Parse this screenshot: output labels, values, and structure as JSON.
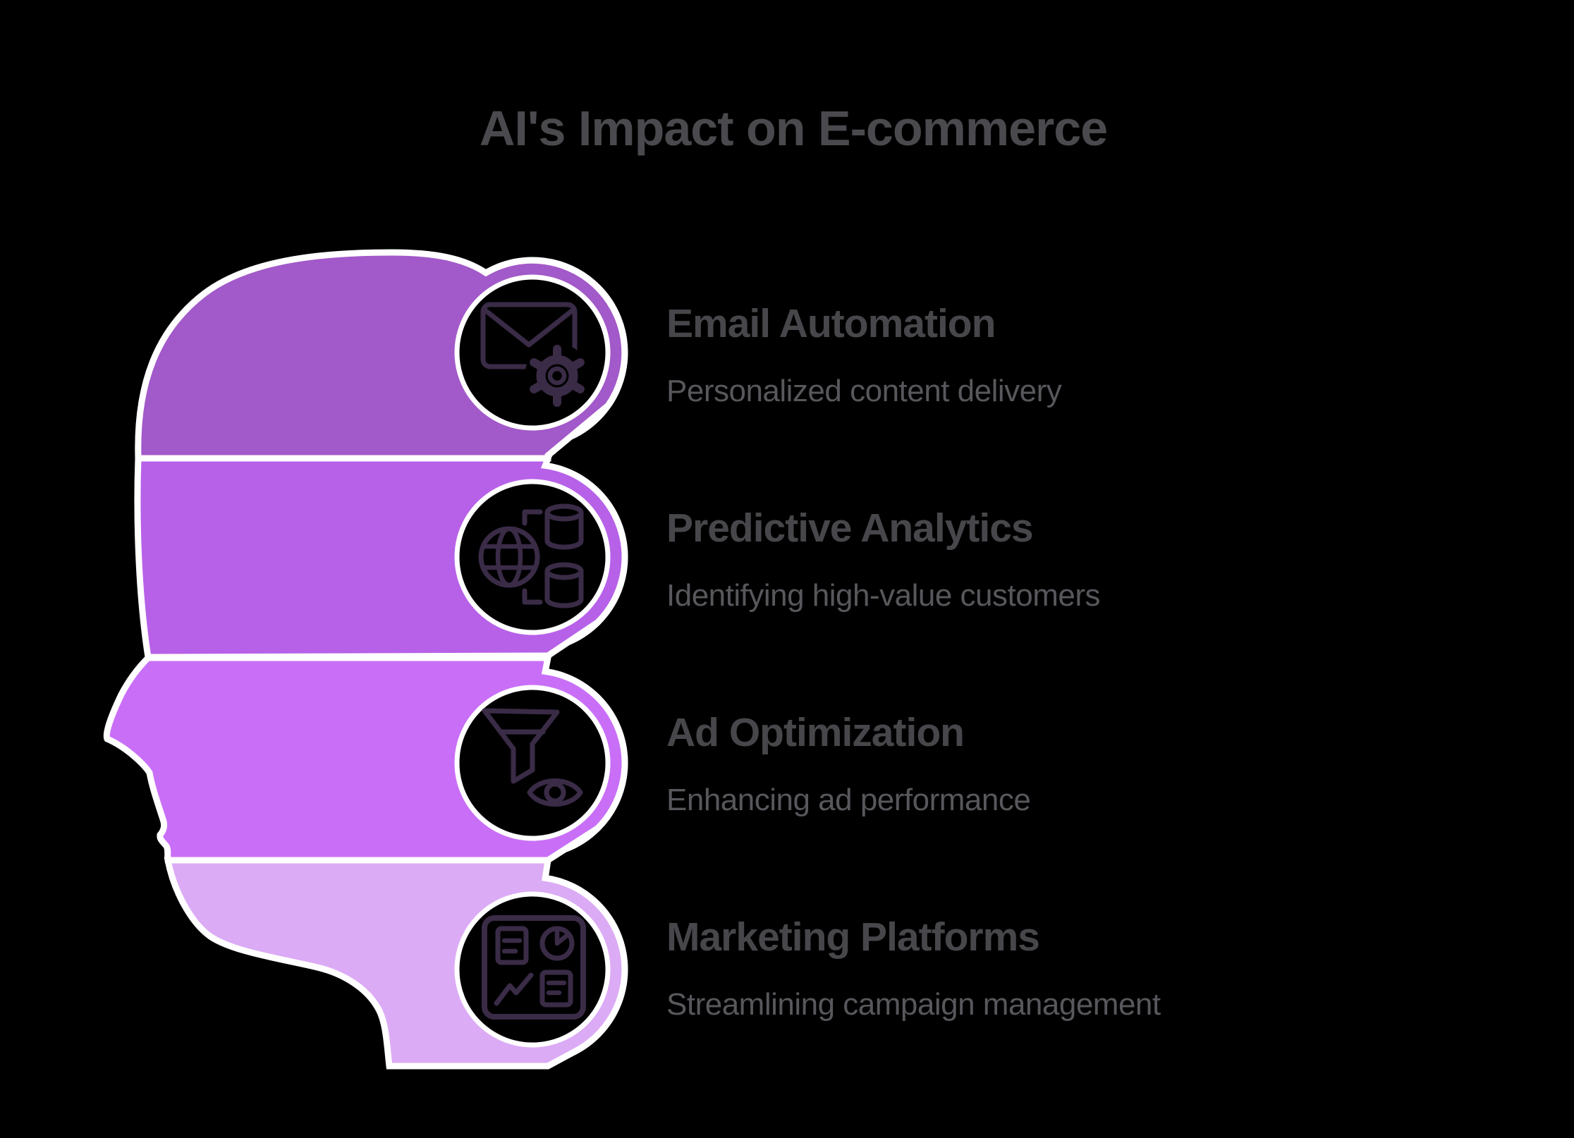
{
  "title": "AI's Impact on E-commerce",
  "colors": {
    "background": "#000000",
    "outline": "#ffffff",
    "icon_circle_fill": "#000000",
    "icon_stroke": "#3a2b47",
    "title_text": "#4a4a4e",
    "heading_text": "#47474b",
    "description_text": "#57575c"
  },
  "sections": [
    {
      "heading": "Email Automation",
      "description": "Personalized content delivery",
      "band_color": "#a259c9",
      "icon": "envelope-gear-icon"
    },
    {
      "heading": "Predictive Analytics",
      "description": "Identifying high-value customers",
      "band_color": "#b761e8",
      "icon": "globe-database-icon"
    },
    {
      "heading": "Ad Optimization",
      "description": "Enhancing ad performance",
      "band_color": "#c96ff7",
      "icon": "funnel-eye-icon"
    },
    {
      "heading": "Marketing Platforms",
      "description": "Streamlining campaign management",
      "band_color": "#dcabf5",
      "icon": "dashboard-charts-icon"
    }
  ]
}
